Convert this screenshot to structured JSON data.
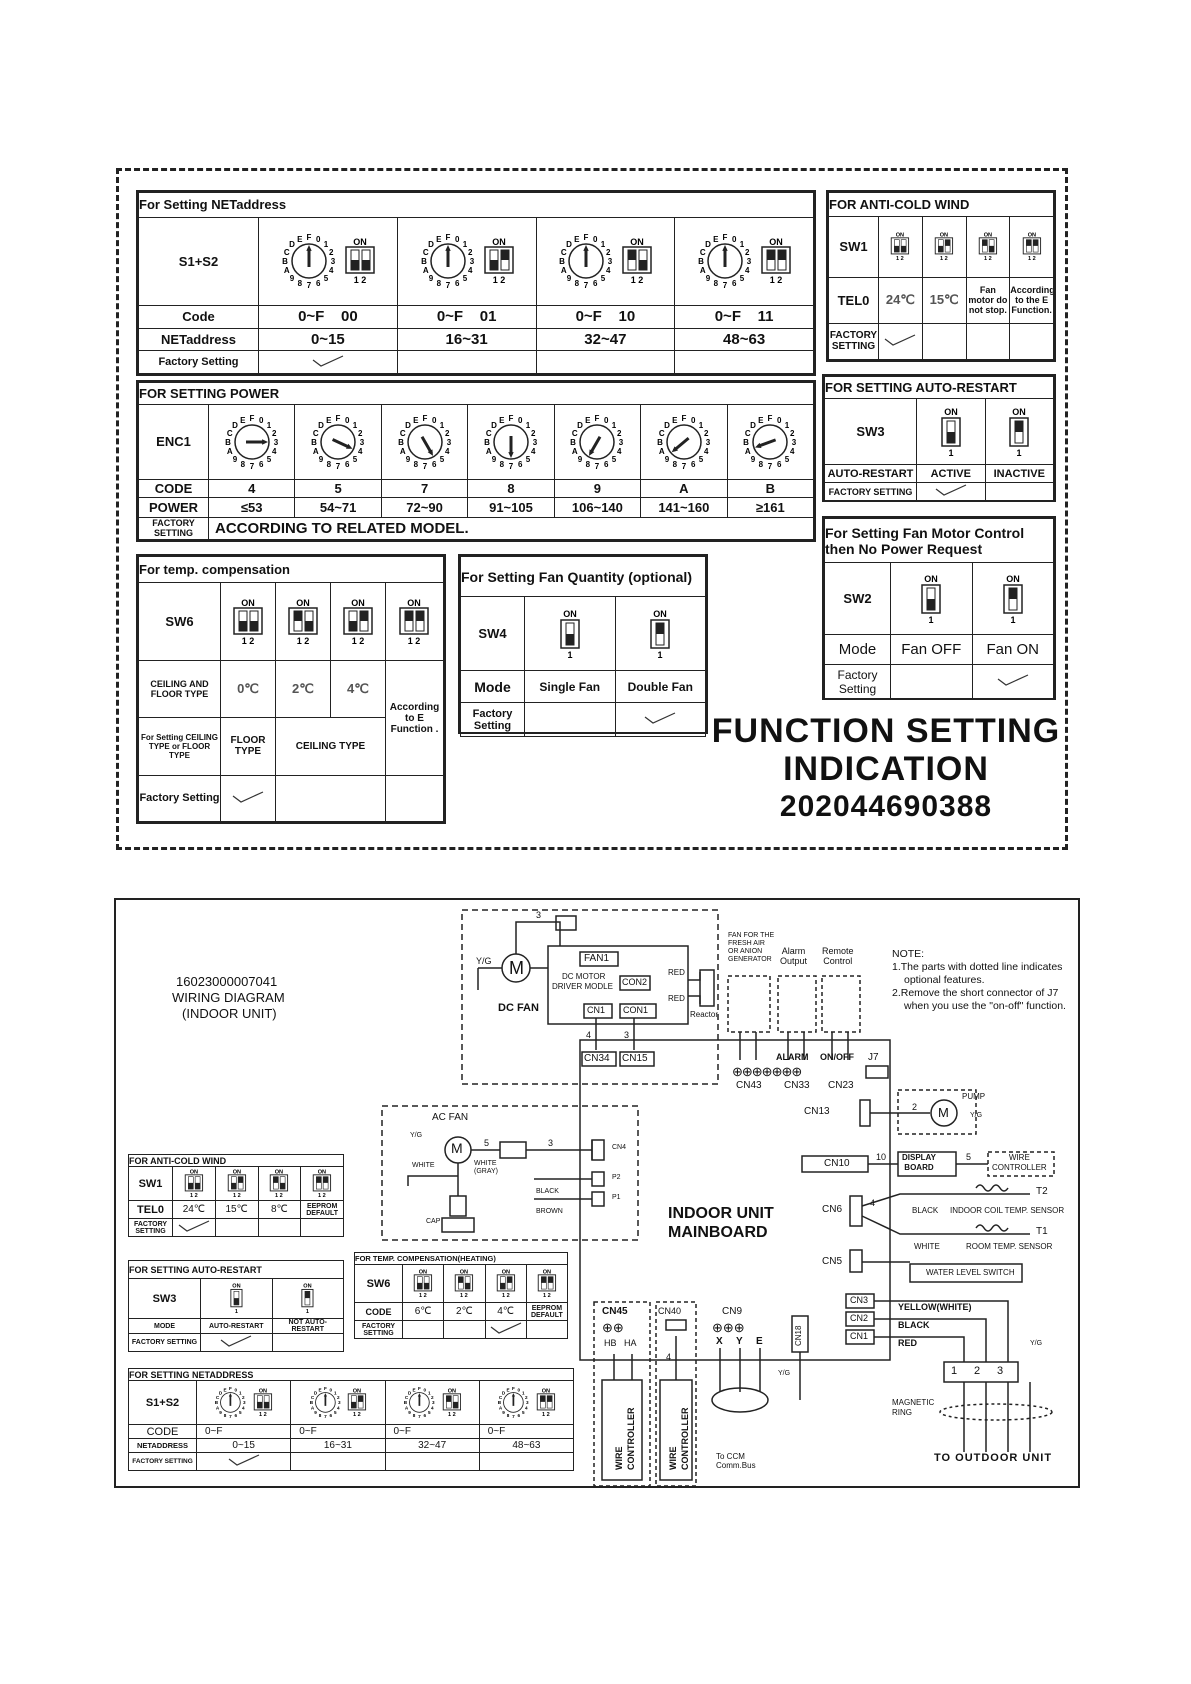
{
  "top": {
    "net": {
      "title": "For Setting NETaddress",
      "row_label": "S1+S2",
      "on": "ON",
      "pins": "1  2",
      "code_label": "Code",
      "code": [
        [
          "0~F",
          "00"
        ],
        [
          "0~F",
          "01"
        ],
        [
          "0~F",
          "10"
        ],
        [
          "0~F",
          "11"
        ]
      ],
      "net_label": "NETaddress",
      "ranges": [
        "0~15",
        "16~31",
        "32~47",
        "48~63"
      ],
      "factory_label": "Factory Setting",
      "dial_ring": "F 0 1 2 3 4 5 6 7 8 9 A B C D E"
    },
    "anticold": {
      "title": "FOR ANTI-COLD WIND",
      "sw": "SW1",
      "tel": "TEL0",
      "values": [
        "24℃",
        "15℃",
        "Fan motor do not stop.",
        "According to the E Function."
      ],
      "factory_label": "FACTORY SETTING"
    },
    "power": {
      "title": "FOR SETTING POWER",
      "enc": "ENC1",
      "code_label": "CODE",
      "codes": [
        "4",
        "5",
        "7",
        "8",
        "9",
        "A",
        "B"
      ],
      "power_label": "POWER",
      "powers": [
        "≤53",
        "54~71",
        "72~90",
        "91~105",
        "106~140",
        "141~160",
        "≥161"
      ],
      "factory_label": "FACTORY SETTING",
      "factory_text": "ACCORDING TO RELATED MODEL."
    },
    "autorestart": {
      "title": "FOR SETTING AUTO-RESTART",
      "sw": "SW3",
      "label": "AUTO-RESTART",
      "active": "ACTIVE",
      "inactive": "INACTIVE",
      "factory_label": "FACTORY SETTING"
    },
    "tempcomp": {
      "title": "For temp. compensation",
      "sw": "SW6",
      "row1_label": "CEILING AND FLOOR TYPE",
      "row1": [
        "0℃",
        "2℃",
        "4℃"
      ],
      "according": "According to E Function .",
      "row2_label": "For Setting CEILING TYPE or FLOOR TYPE",
      "floor": "FLOOR TYPE",
      "ceiling": "CEILING TYPE",
      "factory_label": "Factory Setting"
    },
    "fanqty": {
      "title": "For Setting Fan Quantity (optional)",
      "sw": "SW4",
      "mode_label": "Mode",
      "single": "Single Fan",
      "double": "Double Fan",
      "factory_label": "Factory Setting"
    },
    "fanmotor": {
      "title": "For Setting Fan Motor Control then No Power Request",
      "sw": "SW2",
      "mode_label": "Mode",
      "off": "Fan OFF",
      "on": "Fan ON",
      "factory_label": "Factory Setting"
    },
    "function_title": [
      "FUNCTION SETTING",
      "INDICATION",
      "202044690388"
    ]
  },
  "bottom": {
    "id": "16023000007041",
    "diagram_title": "WIRING DIAGRAM",
    "unit": "(INDOOR UNIT)",
    "note_title": "NOTE:",
    "note1": "1.The parts with dotted line indicates",
    "note1b": "optional features.",
    "note2": "2.Remove the short connector of J7",
    "note2b": "when you use the \"on-off\" function.",
    "dcfan": "DC FAN",
    "motor_m": "M",
    "fan1": "FAN1",
    "driver": [
      "DC MOTOR",
      "DRIVER MODLE"
    ],
    "con2": "CON2",
    "cn1": "CN1",
    "con1": "CON1",
    "red": "RED",
    "reactor": "Reactor",
    "cn34": "CN34",
    "cn15": "CN15",
    "fresh_air": [
      "FAN FOR THE",
      "FRESH AIR",
      "OR ANION",
      "GENERATOR"
    ],
    "alarm_out": [
      "Alarm",
      "Output"
    ],
    "remote": [
      "Remote",
      "Control"
    ],
    "alarm": "ALARM",
    "onoff": "ON/OFF",
    "j7": "J7",
    "cn43": "CN43",
    "cn33": "CN33",
    "cn23": "CN23",
    "cn13": "CN13",
    "pump": "PUMP",
    "yg": "Y/G",
    "cn10": "CN10",
    "display_board": [
      "DISPLAY",
      "BOARD"
    ],
    "wire_ctrl": [
      "WIRE",
      "CONTROLLER"
    ],
    "acfan": "AC FAN",
    "white": "WHITE",
    "white_gray": [
      "WHITE",
      "(GRAY)"
    ],
    "cap": "CAP",
    "cn4": "CN4",
    "black": "BLACK",
    "brown": "BROWN",
    "p2": "P2",
    "p1": "P1",
    "mainboard": [
      "INDOOR UNIT",
      "MAINBOARD"
    ],
    "cn6": "CN6",
    "t2": "T2",
    "t1": "T1",
    "coil_sensor": "INDOOR COIL TEMP. SENSOR",
    "room_sensor": "ROOM TEMP. SENSOR",
    "cn5": "CN5",
    "water": "WATER LEVEL SWITCH",
    "cn3": "CN3",
    "cn2": "CN2",
    "yellow": "YELLOW(WHITE)",
    "cn45": "CN45",
    "hb": "HB",
    "ha": "HA",
    "cn40": "CN40",
    "cn9": "CN9",
    "xye": [
      "X",
      "Y",
      "E"
    ],
    "cn18": "CN18",
    "ccm": [
      "To CCM",
      "Comm.Bus"
    ],
    "magnetic": [
      "MAGNETIC",
      "RING"
    ],
    "outdoor": "TO OUTDOOR UNIT",
    "terminals": [
      "1",
      "2",
      "3"
    ],
    "wire_counts": {
      "fan3": "3",
      "cn34": "4",
      "cn15": "3",
      "ac5": "5",
      "ac3": "3",
      "pump2": "2",
      "disp10": "10",
      "wire5": "5",
      "cn6_4": "4",
      "cn40_4": "4"
    },
    "mini_anticold": {
      "title": "FOR ANTI-COLD WIND",
      "sw": "SW1",
      "tel": "TEL0",
      "values": [
        "24℃",
        "15℃",
        "8℃",
        "EEPROM DEFAULT"
      ],
      "factory_label": "FACTORY SETTING"
    },
    "mini_autorestart": {
      "title": "FOR SETTING AUTO-RESTART",
      "sw": "SW3",
      "mode": "MODE",
      "a": "AUTO-RESTART",
      "b": "NOT AUTO-RESTART",
      "factory_label": "FACTORY SETTING"
    },
    "mini_tempcomp": {
      "title": "FOR TEMP. COMPENSATION(HEATING)",
      "sw": "SW6",
      "code": "CODE",
      "values": [
        "6℃",
        "2℃",
        "4℃",
        "EEPROM DEFAULT"
      ],
      "factory_label": "FACTORY SETTING"
    },
    "mini_net": {
      "title": "FOR SETTING NETADDRESS",
      "sw": "S1+S2",
      "code": "CODE",
      "codes": [
        "0~F",
        "0~F",
        "0~F",
        "0~F"
      ],
      "net": "NETADDRESS",
      "ranges": [
        "0~15",
        "16~31",
        "32~47",
        "48~63"
      ],
      "factory_label": "FACTORY SETTING"
    }
  }
}
